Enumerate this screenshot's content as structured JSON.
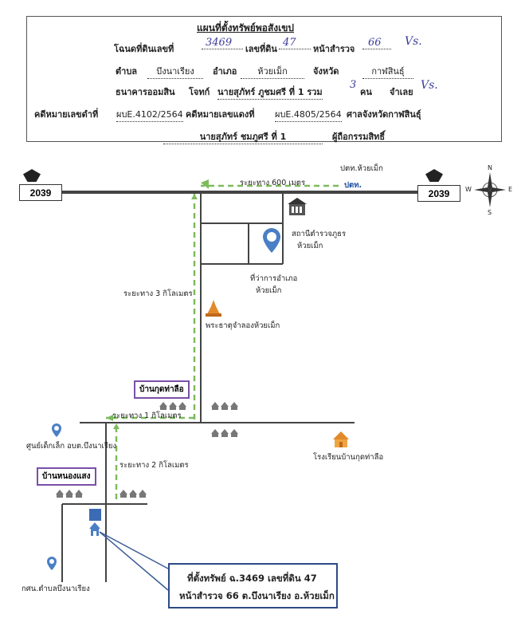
{
  "header": {
    "title": "แผนที่ตั้งทรัพย์พอสังเขป",
    "line1": {
      "label_deed": "โฉนดที่ดินเลขที่",
      "deed_no": "3469",
      "label_land": "เลขที่ดิน",
      "land_no": "47",
      "label_page": "หน้าสำรวจ",
      "page_no": "66"
    },
    "line2": {
      "label_subdistrict": "ตำบล",
      "subdistrict": "บึงนาเรียง",
      "label_district": "อำเภอ",
      "district": "ห้วยเม็ก",
      "label_province": "จังหวัด",
      "province": "กาฬสินธุ์"
    },
    "line3": {
      "bank": "ธนาคารออมสิน",
      "label_plaintiff": "โจทก์",
      "defendant": "นายสุภัทร์ ภูชมศรี ที่ 1 รวม",
      "count": "3",
      "suffix": "คน",
      "label_defendant": "จำเลย"
    },
    "line4": {
      "label_black": "คดีหมายเลขดำที่",
      "black_no": "ผบE.4102/2564",
      "label_red": "คดีหมายเลขแดงที่",
      "red_no": "ผบE.4805/2564",
      "court": "ศาลจังหวัดกาฬสินธุ์"
    },
    "line5": {
      "owner": "นายสุภัทร์ ชมภูศรี ที่ 1",
      "role": "ผู้ถือกรรมสิทธิ์"
    },
    "signature": "Vs."
  },
  "map": {
    "route_number": "2039",
    "labels": {
      "dist_600": "ระยะทาง 600 เมตร",
      "ptt": "ปตท.ห้วยเม็ก",
      "ptt_logo": "ปตท.",
      "police": "สถานีตำรวจภูธร",
      "police2": "ห้วยเม็ก",
      "district_office": "ที่ว่าการอำเภอ",
      "district_office2": "ห้วยเม็ก",
      "dist_3km": "ระยะทาง 3 กิโลเมตร",
      "temple": "พระธาตุจำลองห้วยเม็ก",
      "dist_1km": "ระยะทาง 1 กิโลเมตร",
      "childcare": "ศูนย์เด็กเล็ก อบต.บึงนาเรียง",
      "school": "โรงเรียนบ้านกุดท่าลือ",
      "dist_2km": "ระยะทาง 2 กิโลเมตร",
      "health": "กศน.ตำบลบึงนาเรียง"
    },
    "villages": [
      "บ้านกุดท่าลือ",
      "บ้านหนองแสง"
    ],
    "compass": [
      "N",
      "S",
      "E",
      "W"
    ]
  },
  "info_box": {
    "line1": "ที่ตั้งทรัพย์ ฉ.3469   เลขที่ดิน 47",
    "line2": "หน้าสำรวจ 66 ต.บึงนาเรียง อ.ห้วยเม็ก"
  }
}
